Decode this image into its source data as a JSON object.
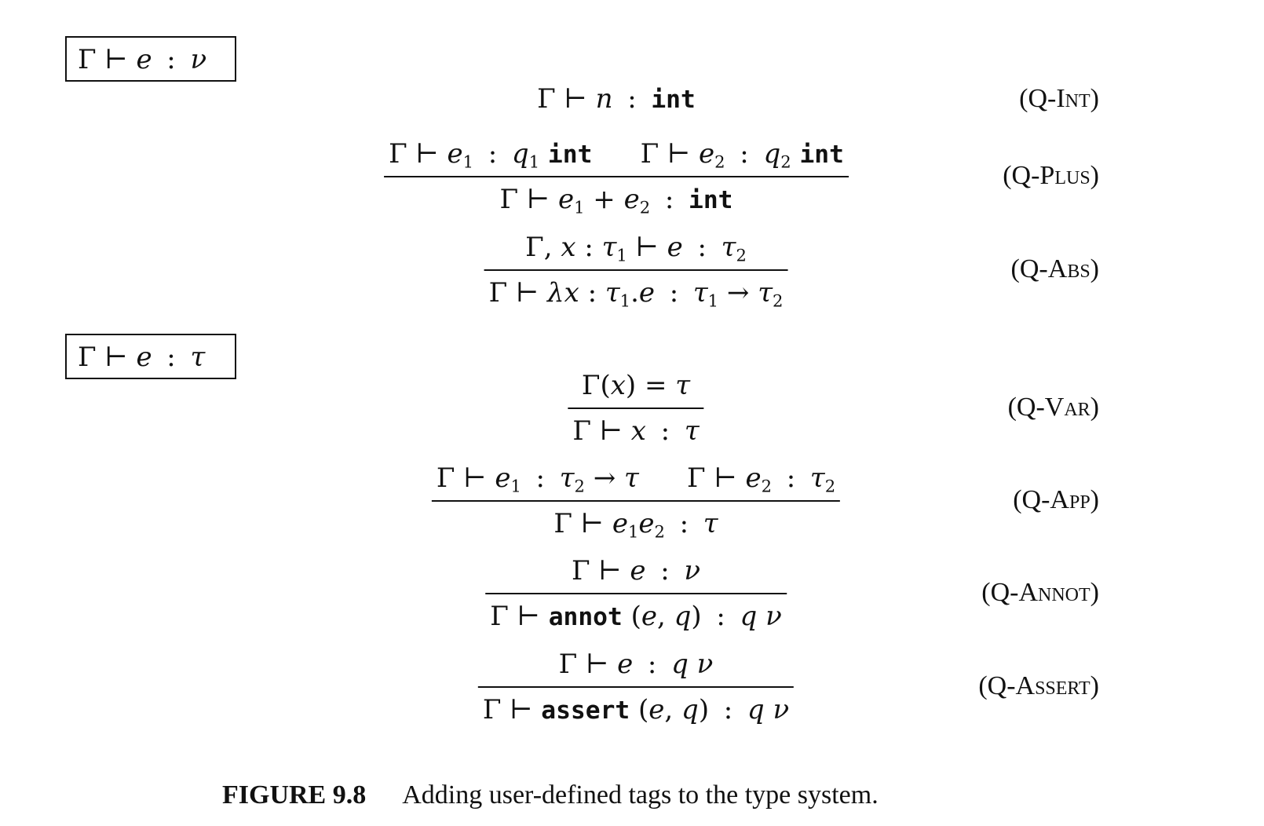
{
  "judgments": {
    "first": "Γ ⊢ e : ν",
    "second": "Γ ⊢ e : τ"
  },
  "rules": {
    "q_int": {
      "name": "(Q-INT)",
      "conclusion": "Γ ⊢ n : int"
    },
    "q_plus": {
      "name": "(Q-PLUS)",
      "premise_1": "Γ ⊢ e1 : q1 int",
      "premise_2": "Γ ⊢ e2 : q2 int",
      "conclusion": "Γ ⊢ e1 + e2 : int"
    },
    "q_abs": {
      "name": "(Q-ABS)",
      "premise": "Γ, x : τ1 ⊢ e : τ2",
      "conclusion": "Γ ⊢ λx : τ1.e : τ1 → τ2"
    },
    "q_var": {
      "name": "(Q-VAR)",
      "premise": "Γ(x) = τ",
      "conclusion": "Γ ⊢ x : τ"
    },
    "q_app": {
      "name": "(Q-APP)",
      "premise_1": "Γ ⊢ e1 : τ2 → τ",
      "premise_2": "Γ ⊢ e2 : τ2",
      "conclusion": "Γ ⊢ e1e2 : τ"
    },
    "q_annot": {
      "name": "(Q-ANNOT)",
      "premise": "Γ ⊢ e : ν",
      "conclusion": "Γ ⊢ annot (e, q) : q ν"
    },
    "q_assert": {
      "name": "(Q-ASSERT)",
      "premise": "Γ ⊢ e : q ν",
      "conclusion": "Γ ⊢ assert (e, q) : q ν"
    }
  },
  "caption": {
    "label": "FIGURE 9.8",
    "text": "Adding user-defined tags to the type system."
  }
}
